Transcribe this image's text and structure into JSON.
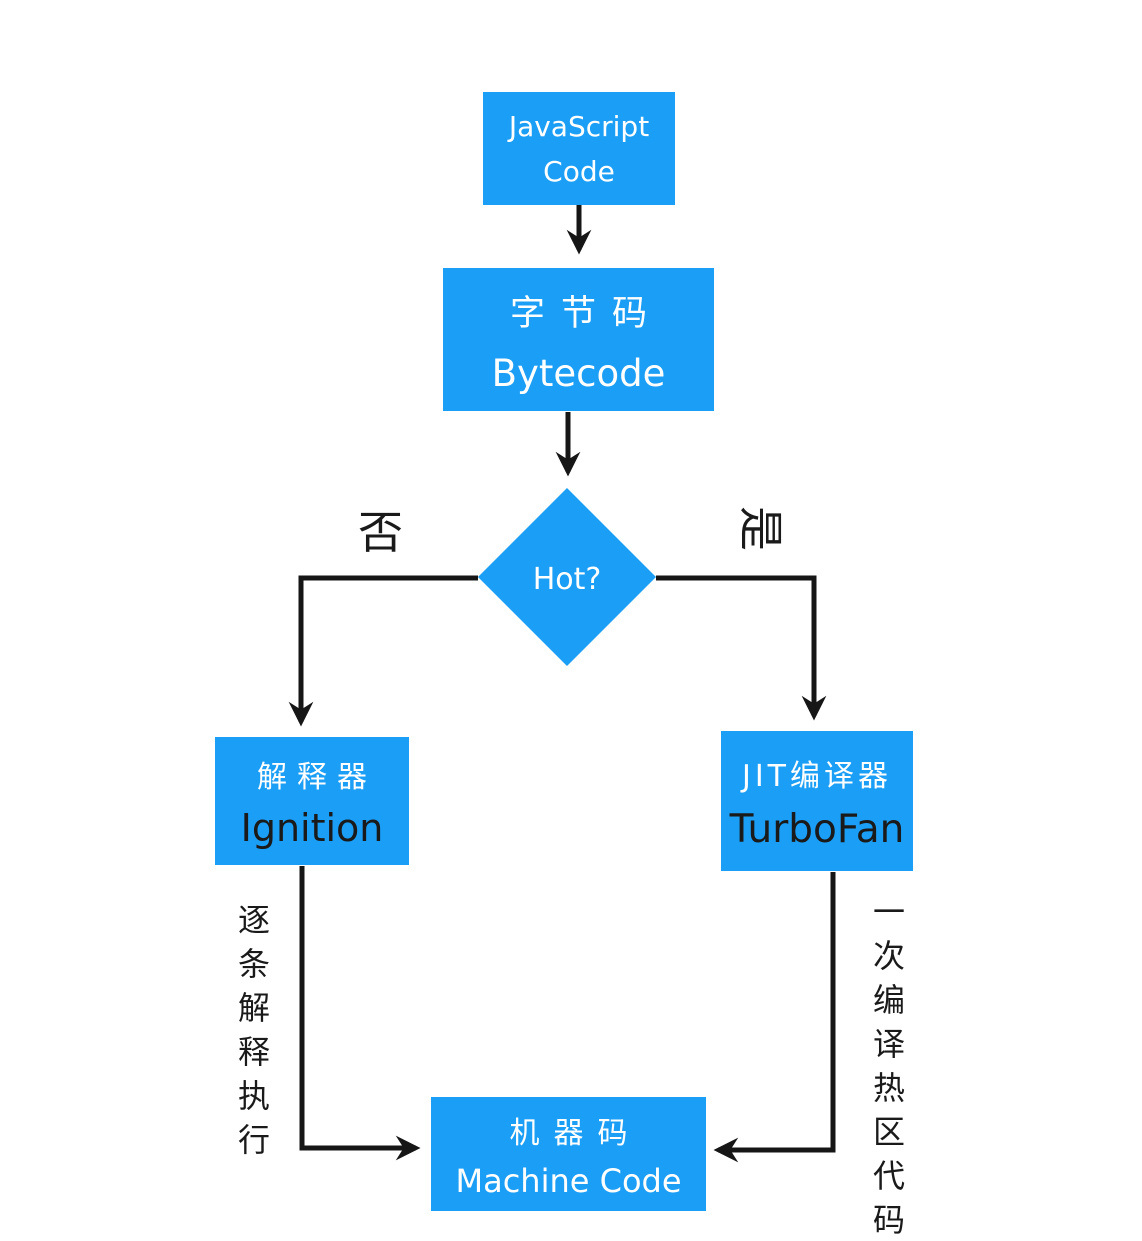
{
  "colors": {
    "node_fill": "#1B9EF5",
    "node_text": "#FFFFFF",
    "line": "#161616",
    "dark_text": "#1A1A1A"
  },
  "nodes": {
    "js_code": {
      "line1": "JavaScript",
      "line2": "Code"
    },
    "bytecode": {
      "line1": "字节码",
      "line2": "Bytecode"
    },
    "hot": {
      "label": "Hot?"
    },
    "ignition": {
      "line1": "解释器",
      "line2": "Ignition"
    },
    "turbofan": {
      "line1": "JIT编译器",
      "line2": "TurboFan"
    },
    "machine_code": {
      "line1": "机器码",
      "line2": "Machine Code"
    }
  },
  "edge_labels": {
    "no": "否",
    "yes": "是",
    "interpret": "逐条解释执行",
    "compile": "一次编译热区代码"
  }
}
